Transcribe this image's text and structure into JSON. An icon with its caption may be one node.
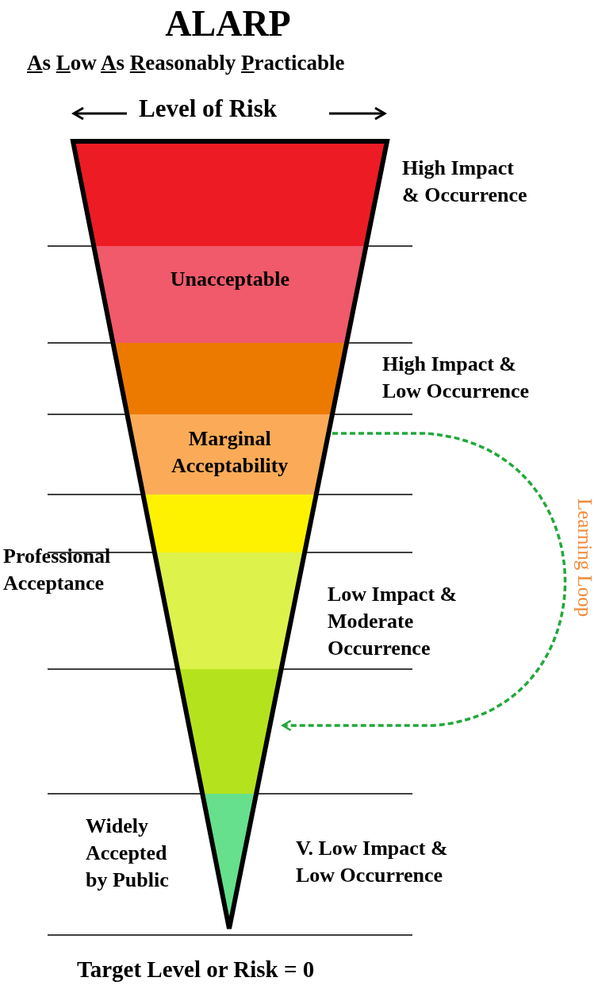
{
  "diagram": {
    "title": "ALARP",
    "nodes": [
      {
        "text": [],
        "shape": "band"
      },
      {
        "text": [
          "Unacceptable"
        ]
      },
      {
        "text": [],
        "shape": "band"
      },
      {
        "text": [
          "Marginal Acceptability"
        ]
      },
      {
        "text": [],
        "shape": "band"
      },
      {
        "text": [],
        "shape": "band"
      },
      {
        "text": [],
        "shape": "band"
      },
      {
        "text": [],
        "shape": "band"
      }
    ],
    "edges": [
      {
        "from": 3,
        "to": 6,
        "arrow": "to",
        "label": "Learning Loop",
        "style": "dashed",
        "color": "#22a83a"
      }
    ],
    "labels": [
      "As Low As Reasonably Practicable",
      "Level of Risk",
      "High Impact & Occurrence",
      "High Impact & Low Occurrence",
      "Professional Acceptance",
      "Low Impact & Moderate Occurrence",
      "Widely Accepted by Public",
      "V. Low Impact & Low Occurrence"
    ],
    "caption": "Target Level or Risk = 0"
  }
}
